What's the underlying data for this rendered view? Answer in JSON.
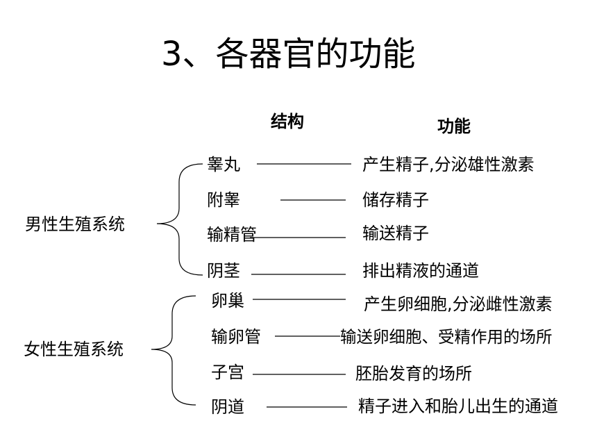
{
  "title": "3、各器官的功能",
  "headers": {
    "structure": "结构",
    "function": "功能"
  },
  "male": {
    "system": "男性生殖系统",
    "organs": [
      {
        "organ": "睾丸",
        "function": "产生精子,分泌雄性激素"
      },
      {
        "organ": "附睾",
        "function": "储存精子"
      },
      {
        "organ": "输精管",
        "function": "输送精子"
      },
      {
        "organ": "阴茎",
        "function": "排出精液的通道"
      }
    ]
  },
  "female": {
    "system": "女性生殖系统",
    "organs": [
      {
        "organ": "卵巢",
        "function": "产生卵细胞,分泌雌性激素"
      },
      {
        "organ": "输卵管",
        "function": "输送卵细胞、受精作用的场所"
      },
      {
        "organ": "子宫",
        "function": "胚胎发育的场所"
      },
      {
        "organ": "阴道",
        "function": "精子进入和胎儿出生的通道"
      }
    ]
  }
}
